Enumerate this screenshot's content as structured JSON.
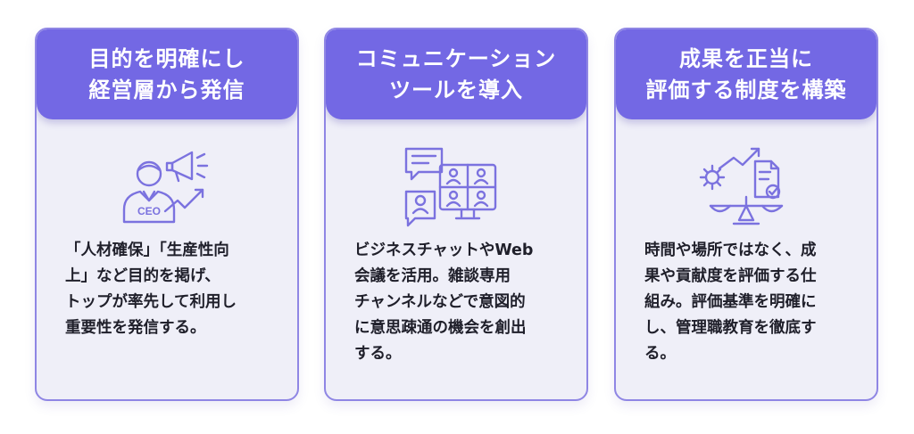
{
  "cards": [
    {
      "title": [
        "目的を明確にし",
        "経営層から発信"
      ],
      "icon": "ceo-announcement-icon",
      "icon_label": "CEO",
      "body": [
        "「人材確保」「生産性向",
        "上」など目的を掲げ、",
        "トップが率先して利用し",
        "重要性を発信する。"
      ]
    },
    {
      "title": [
        "コミュニケーション",
        "ツールを導入"
      ],
      "icon": "video-chat-icon",
      "body": [
        "ビジネスチャットやWeb",
        "会議を活用。雑談専用",
        "チャンネルなどで意図的",
        "に意思疎通の機会を創出",
        "する。"
      ]
    },
    {
      "title": [
        "成果を正当に",
        "評価する制度を構築"
      ],
      "icon": "evaluation-scale-icon",
      "body": [
        "時間や場所ではなく、成",
        "果や貢献度を評価する仕",
        "組み。評価基準を明確に",
        "し、管理職教育を徹底す",
        "る。"
      ]
    }
  ],
  "colors": {
    "accent": "#7368e4",
    "card_border": "#8f86e4",
    "card_bg": "#efeff8",
    "icon_stroke": "#7b72df",
    "text": "#1f1f2a"
  }
}
